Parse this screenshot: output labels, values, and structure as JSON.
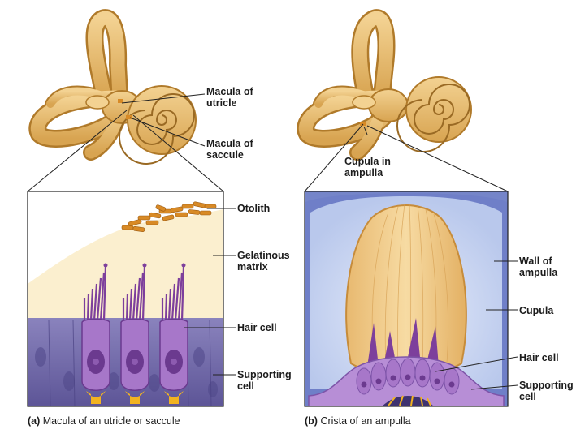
{
  "colors": {
    "ear": "#e9bd6c",
    "ear_dark": "#b07a2a",
    "gel": "#fbefcf",
    "otolith": "#d88a26",
    "tissue": "#6f66a8",
    "hair_cell": "#a777c9",
    "nucleus": "#6b3a8f",
    "nerve": "#f2b320",
    "cupula": "#f0cf8e",
    "ampulla_wall": "#6f7fc8",
    "ampulla_fluid": "#cdd9f1"
  },
  "labels": {
    "macula_utricle": "Macula of\nutricle",
    "macula_saccule": "Macula of\nsaccule",
    "cupula_in_ampulla": "Cupula in\nampulla",
    "otolith": "Otolith",
    "gelatinous_matrix": "Gelatinous\nmatrix",
    "hair_cell_a": "Hair cell",
    "supporting_cell_a": "Supporting\ncell",
    "wall_of_ampulla": "Wall of\nampulla",
    "cupula": "Cupula",
    "hair_cell_b": "Hair cell",
    "supporting_cell_b": "Supporting\ncell"
  },
  "captions": {
    "a_letter": "(a)",
    "a_text": " Macula of an utricle or saccule",
    "b_letter": "(b)",
    "b_text": " Crista of an ampulla"
  }
}
